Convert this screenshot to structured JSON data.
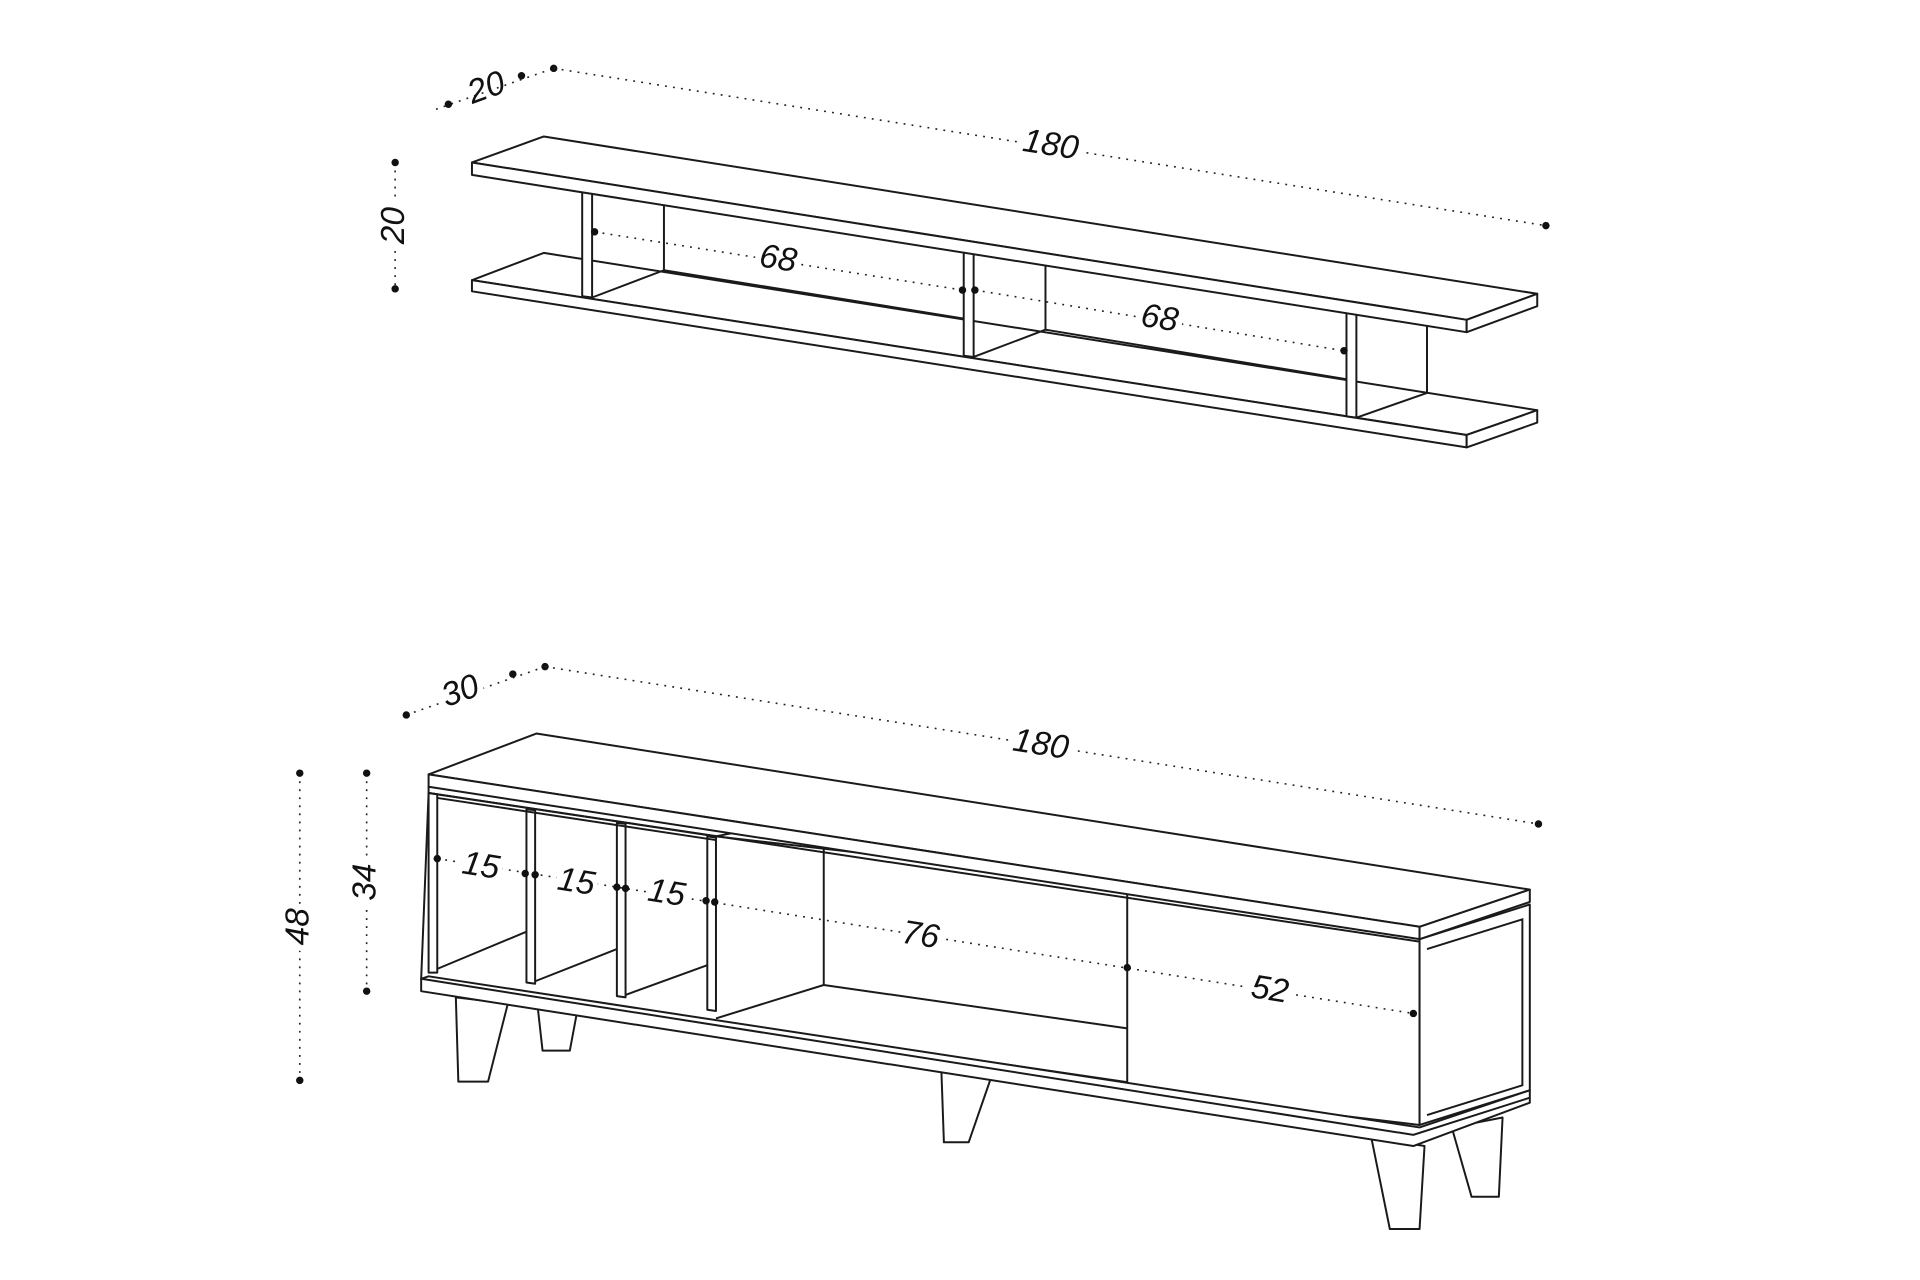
{
  "wall_shelf": {
    "width": "180",
    "depth": "20",
    "height": "20",
    "compartment_left": "68",
    "compartment_right": "68"
  },
  "tv_unit": {
    "width": "180",
    "depth": "30",
    "total_height": "48",
    "body_height": "34",
    "cubby_1": "15",
    "cubby_2": "15",
    "cubby_3": "15",
    "open_section": "76",
    "door_section": "52"
  }
}
